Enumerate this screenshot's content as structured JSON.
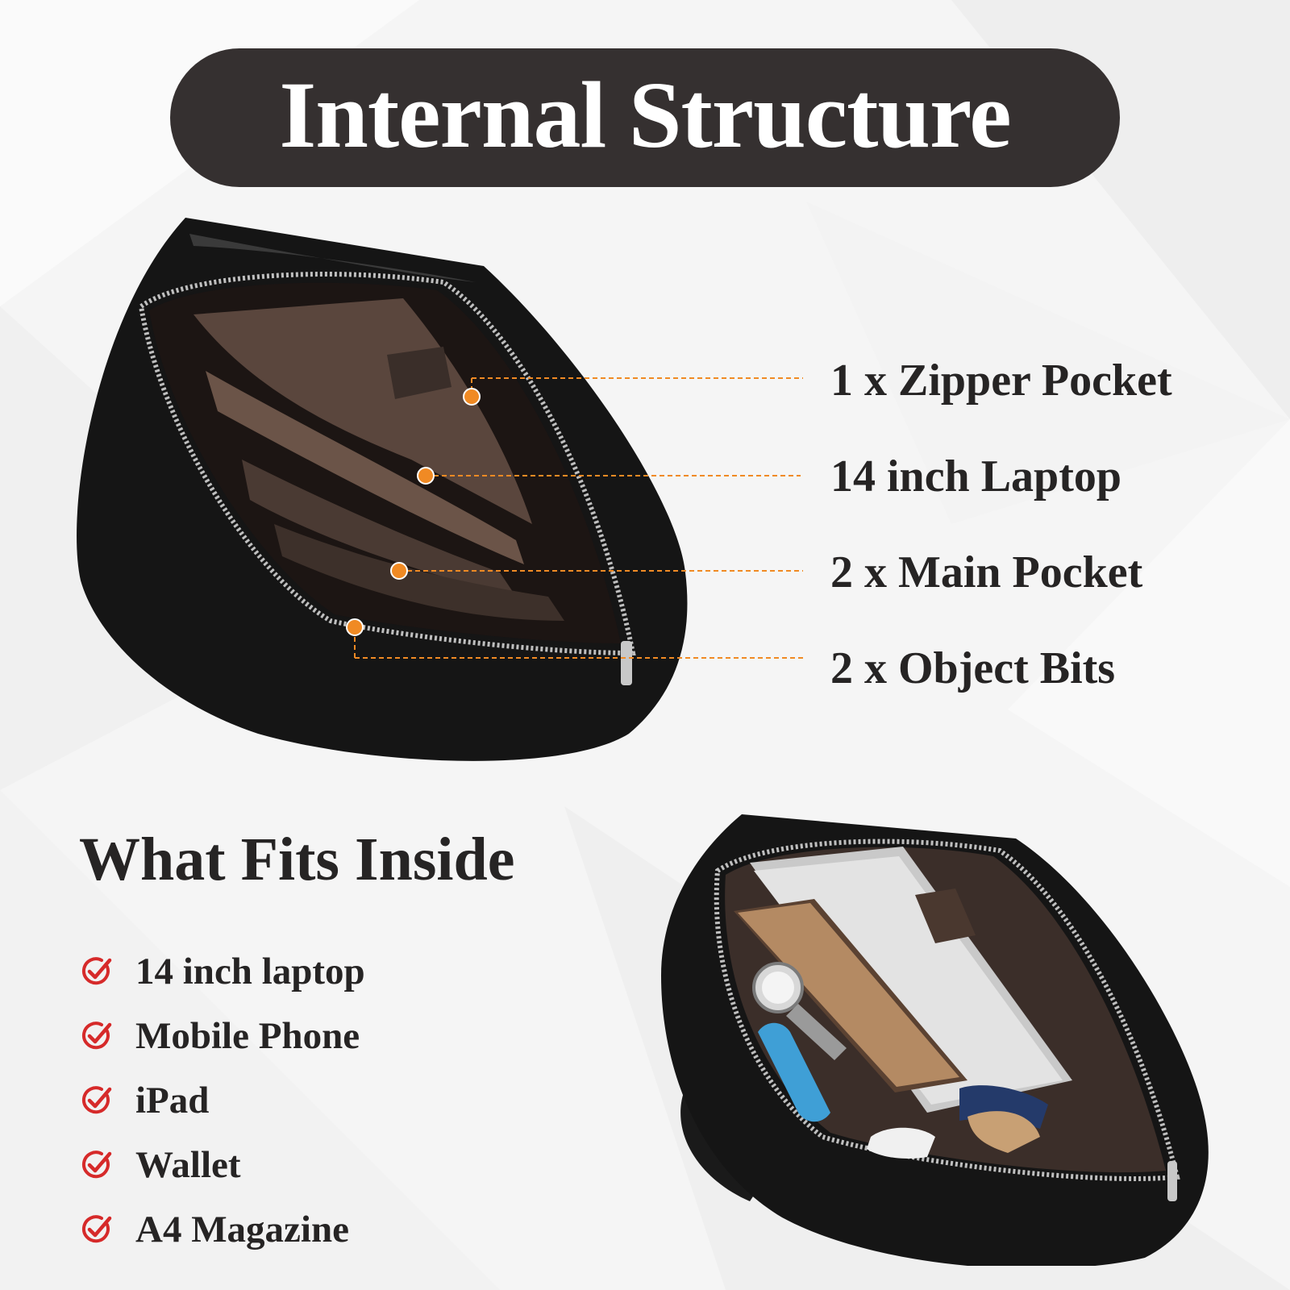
{
  "title": "Internal Structure",
  "callouts": [
    {
      "label": "1 x Zipper Pocket"
    },
    {
      "label": "14 inch Laptop"
    },
    {
      "label": "2 x Main Pocket"
    },
    {
      "label": "2 x Object Bits"
    }
  ],
  "fits": {
    "title": "What Fits Inside",
    "items": [
      "14 inch laptop",
      "Mobile Phone",
      "iPad",
      "Wallet",
      "A4 Magazine"
    ]
  },
  "colors": {
    "title_pill": "#353030",
    "callout_line": "#f08a24",
    "callout_dot": "#f08a24",
    "check": "#d62a2a",
    "text": "#262424",
    "bag_leather": "#141414",
    "bag_lining": "#5e4a40"
  },
  "icons": [
    "check-circle-icon"
  ]
}
